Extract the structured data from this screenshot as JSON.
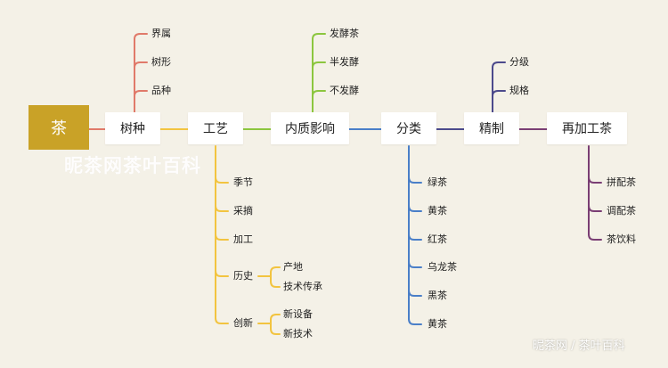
{
  "root": {
    "label": "茶"
  },
  "branches": [
    {
      "id": "shuzhong",
      "label": "树种",
      "children": [
        "界属",
        "树形",
        "品种"
      ]
    },
    {
      "id": "gongyi",
      "label": "工艺",
      "children": [
        "季节",
        "采摘",
        "加工",
        "历史",
        "创新"
      ]
    },
    {
      "id": "neizhi",
      "label": "内质影响",
      "children": [
        "发酵茶",
        "半发酵",
        "不发酵"
      ]
    },
    {
      "id": "fenlei",
      "label": "分类",
      "children": [
        "绿茶",
        "黄茶",
        "红茶",
        "乌龙茶",
        "黑茶",
        "黄茶"
      ]
    },
    {
      "id": "jingzhi",
      "label": "精制",
      "children": [
        "分级",
        "规格"
      ]
    },
    {
      "id": "zaijiagong",
      "label": "再加工茶",
      "children": [
        "拼配茶",
        "调配茶",
        "茶饮料"
      ]
    }
  ],
  "sub_branches": {
    "lishi": [
      "产地",
      "技术传承"
    ],
    "chuangxin": [
      "新设备",
      "新技术"
    ]
  },
  "watermark": "昵茶网茶叶百科",
  "credit": "昵茶网 / 茶叶百科",
  "colors": {
    "background": "#f4f1e7",
    "root": "#c9a227",
    "red": "#e07a6a",
    "yellow": "#f2c440",
    "green": "#8cc63f",
    "blue": "#4a7fc8",
    "indigo": "#4c4a8c",
    "purple": "#7a3e74"
  }
}
